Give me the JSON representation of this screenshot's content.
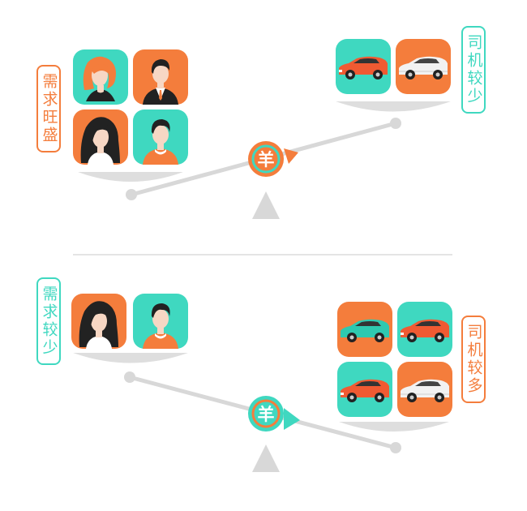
{
  "colors": {
    "orange": "#f47d3c",
    "teal": "#3fd8c0",
    "beam": "#d8d8d8",
    "pan": "#dedede"
  },
  "currency_symbol": "羊",
  "scenario_top": {
    "left_label": "需求旺盛",
    "right_label": "司机较少",
    "left_icons": [
      "woman-redhair-avatar-icon",
      "man-suit-avatar-icon",
      "woman-longhair-avatar-icon",
      "man-casual-avatar-icon"
    ],
    "right_icons": [
      "orange-car-icon",
      "white-car-icon"
    ]
  },
  "scenario_bottom": {
    "left_label": "需求较少",
    "right_label": "司机较多",
    "left_icons": [
      "woman-longhair-avatar-icon",
      "man-casual-avatar-icon"
    ],
    "right_icons": [
      "teal-car-icon",
      "orange-car-icon",
      "orange-car-icon",
      "white-car-icon"
    ]
  }
}
